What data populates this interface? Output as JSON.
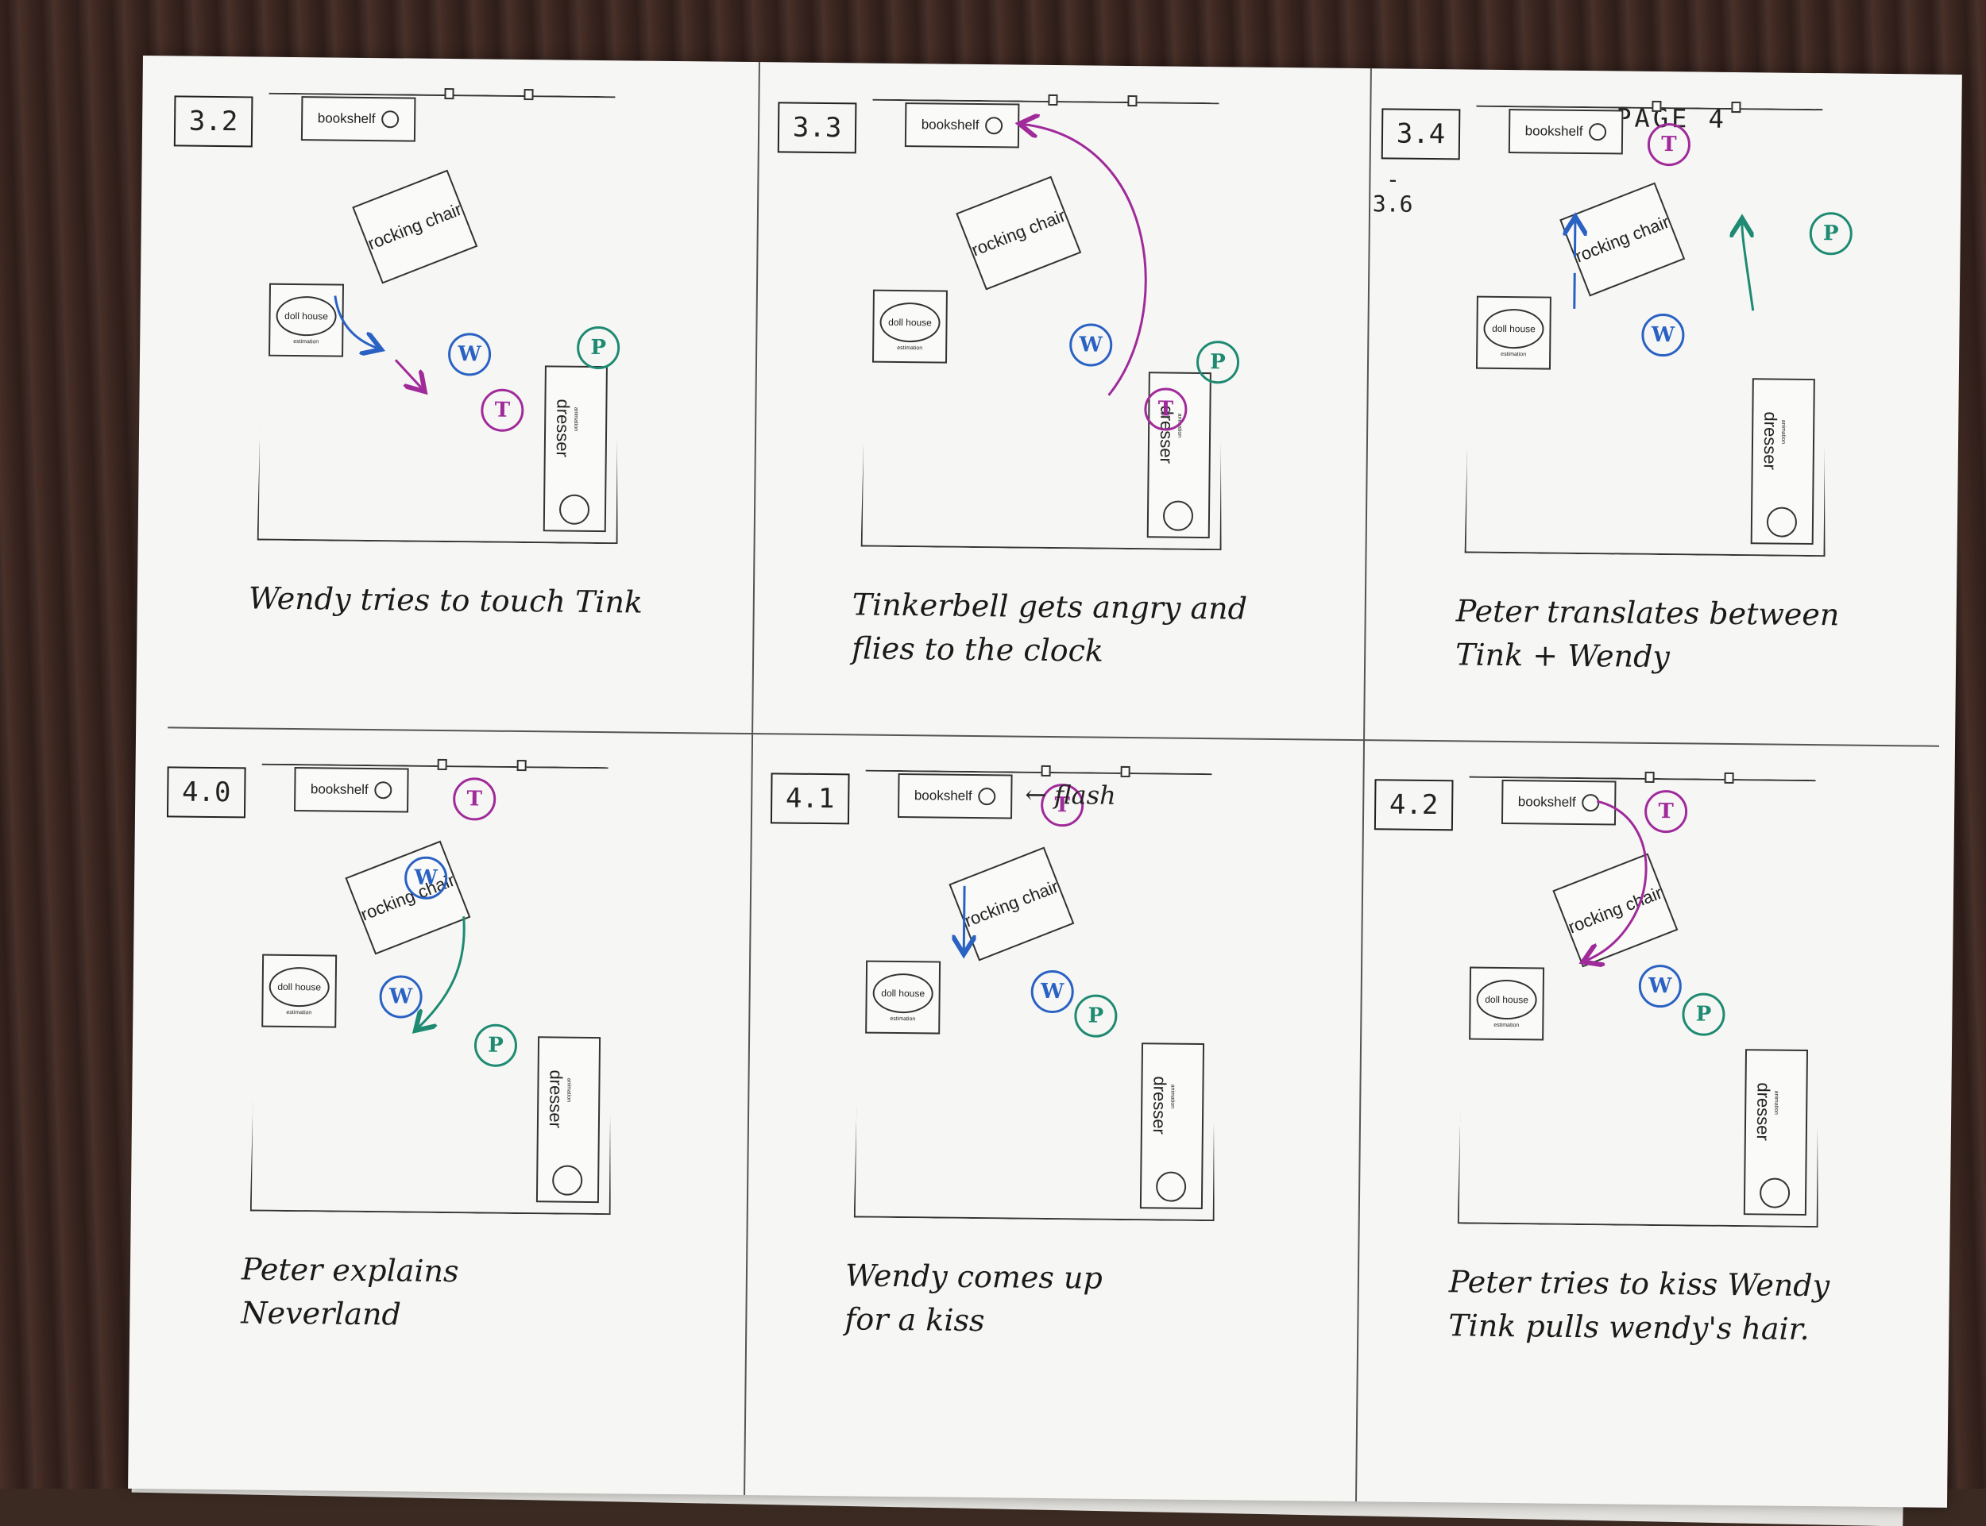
{
  "page_label": "PAGE 4",
  "colors": {
    "wendy": "#2a62c4",
    "tink": "#a02a9a",
    "peter": "#1e8a72",
    "ink": "#222222",
    "paper": "#f6f6f4"
  },
  "room_labels": {
    "bookshelf": "bookshelf",
    "rocking_chair": "rocking chair",
    "dollhouse": "doll house",
    "dollhouse_sub": "estimation",
    "dresser": "dresser",
    "dresser_sub": "animation"
  },
  "panels": [
    {
      "scene": "3.2",
      "caption": "Wendy tries to touch Tink",
      "tokens": [
        {
          "who": "wendy",
          "letter": "W"
        },
        {
          "who": "tink",
          "letter": "T"
        },
        {
          "who": "peter",
          "letter": "P"
        }
      ]
    },
    {
      "scene": "3.3",
      "caption": "Tinkerbell gets angry and\nflies to the clock",
      "tokens": [
        {
          "who": "wendy",
          "letter": "W"
        },
        {
          "who": "tink",
          "letter": "T"
        },
        {
          "who": "peter",
          "letter": "P"
        }
      ]
    },
    {
      "scene": "3.4",
      "scene_note": "-\n3.6",
      "caption": "Peter translates between\nTink + Wendy",
      "tokens": [
        {
          "who": "wendy",
          "letter": "W"
        },
        {
          "who": "tink",
          "letter": "T"
        },
        {
          "who": "peter",
          "letter": "P"
        }
      ]
    },
    {
      "scene": "4.0",
      "caption": "Peter explains\nNeverland",
      "tokens": [
        {
          "who": "wendy",
          "letter": "W"
        },
        {
          "who": "wendy",
          "letter": "W"
        },
        {
          "who": "tink",
          "letter": "T"
        },
        {
          "who": "peter",
          "letter": "P"
        }
      ]
    },
    {
      "scene": "4.1",
      "caption": "Wendy comes up\nfor a kiss",
      "aside": "← flash",
      "tokens": [
        {
          "who": "wendy",
          "letter": "W"
        },
        {
          "who": "tink",
          "letter": "T"
        },
        {
          "who": "peter",
          "letter": "P"
        }
      ]
    },
    {
      "scene": "4.2",
      "caption": "Peter tries to kiss Wendy\nTink pulls wendy's hair.",
      "tokens": [
        {
          "who": "wendy",
          "letter": "W"
        },
        {
          "who": "tink",
          "letter": "T"
        },
        {
          "who": "peter",
          "letter": "P"
        }
      ]
    }
  ]
}
